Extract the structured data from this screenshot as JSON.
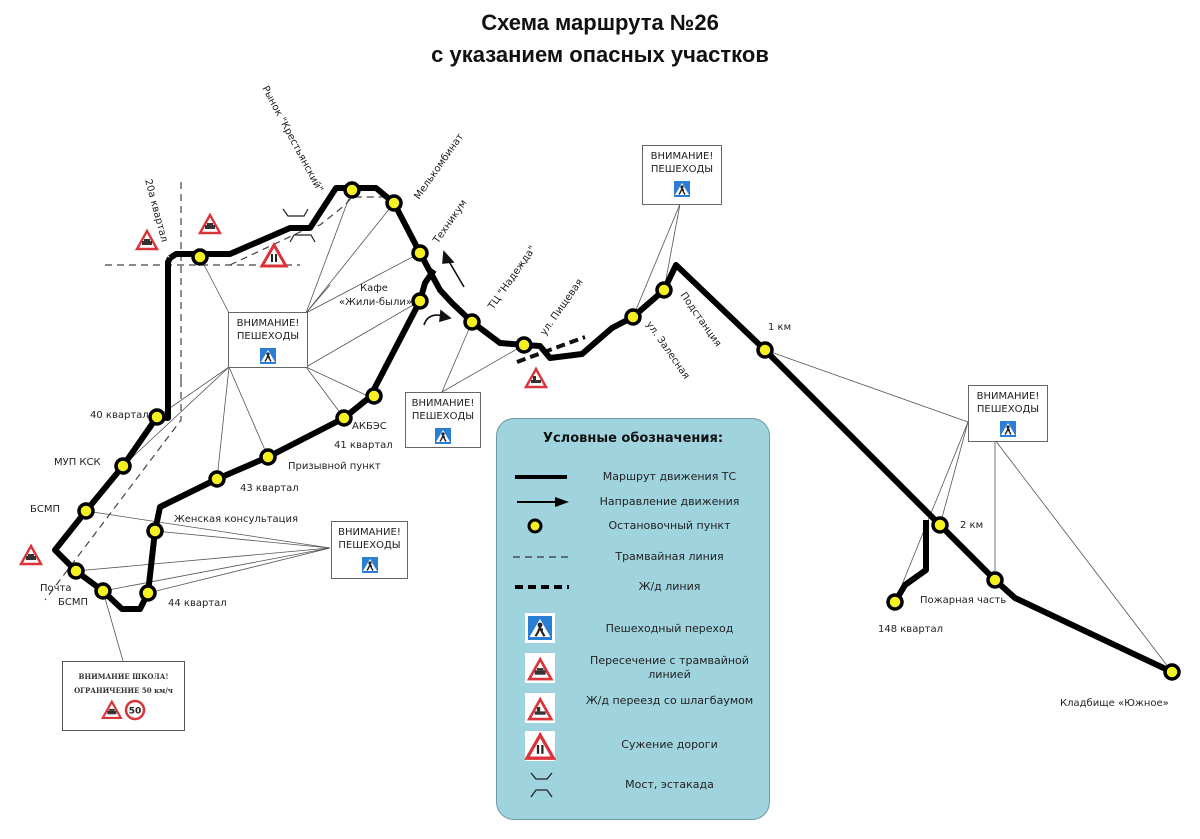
{
  "title": {
    "line1": "Схема маршрута №26",
    "line2": "с указанием опасных участков"
  },
  "route_number": "26",
  "stops": {
    "rynok": "Рынок \"Крестьянский\"",
    "melkombinat": "Мелькомбинат",
    "tekhnikum": "Техникум",
    "kvartal_20a": "20а квартал",
    "kafe_line1": "Кафе",
    "kafe_line2": "«Жили-были»",
    "tc_nadezhda": "ТЦ \"Надежда\"",
    "ul_pishchevaya": "ул. Пищевая",
    "podstanciya": "Подстанция",
    "ul_zalesnaya": "ул. Залесная",
    "km1": "1 км",
    "akbes": "АКБЭС",
    "kvartal_41": "41 квартал",
    "prizyvnoy": "Призывной пункт",
    "kvartal_43": "43 квартал",
    "kvartal_40": "40 квартал",
    "mup_ksk": "МУП КСК",
    "bsmp_top": "БСМП",
    "zhenskaya": "Женская консультация",
    "pochta": "Почта",
    "bsmp_bottom": "БСМП",
    "kvartal_44": "44 квартал",
    "km2": "2 км",
    "pozharnaya": "Пожарная часть",
    "kvartal_148": "148 квартал",
    "kladbishche": "Кладбище «Южное»"
  },
  "warnings": {
    "line1": "ВНИМАНИЕ!",
    "line2": "ПЕШЕХОДЫ"
  },
  "school_box": {
    "line1": "ВНИМАНИЕ ШКОЛА!",
    "line2": "ОГРАНИЧЕНИЕ 50 км/ч",
    "speed_limit": "50"
  },
  "legend": {
    "title": "Условные обозначения:",
    "items": [
      {
        "icon": "route-line",
        "label": "Маршрут движения ТС"
      },
      {
        "icon": "direction-arrow",
        "label": "Направление движения"
      },
      {
        "icon": "stop-point",
        "label": "Остановочный пункт"
      },
      {
        "icon": "tram-line-dashed",
        "label": "Трамвайная линия"
      },
      {
        "icon": "railway-line-dashed",
        "label": "Ж/д линия"
      },
      {
        "icon": "pedestrian-crossing-sign",
        "label": "Пешеходный переход"
      },
      {
        "icon": "tram-crossing-sign",
        "label": "Пересечение с трамвайной линией"
      },
      {
        "icon": "railway-crossing-barrier-sign",
        "label": "Ж/д переезд со шлагбаумом"
      },
      {
        "icon": "road-narrowing-sign",
        "label": "Сужение дороги"
      },
      {
        "icon": "bridge-symbol",
        "label": "Мост, эстакада"
      }
    ]
  },
  "colors": {
    "route": "#000000",
    "stop_fill": "#f5f020",
    "legend_bg": "#9fd3de",
    "sign_red": "#d9343a",
    "sign_blue": "#2a7fd4"
  }
}
